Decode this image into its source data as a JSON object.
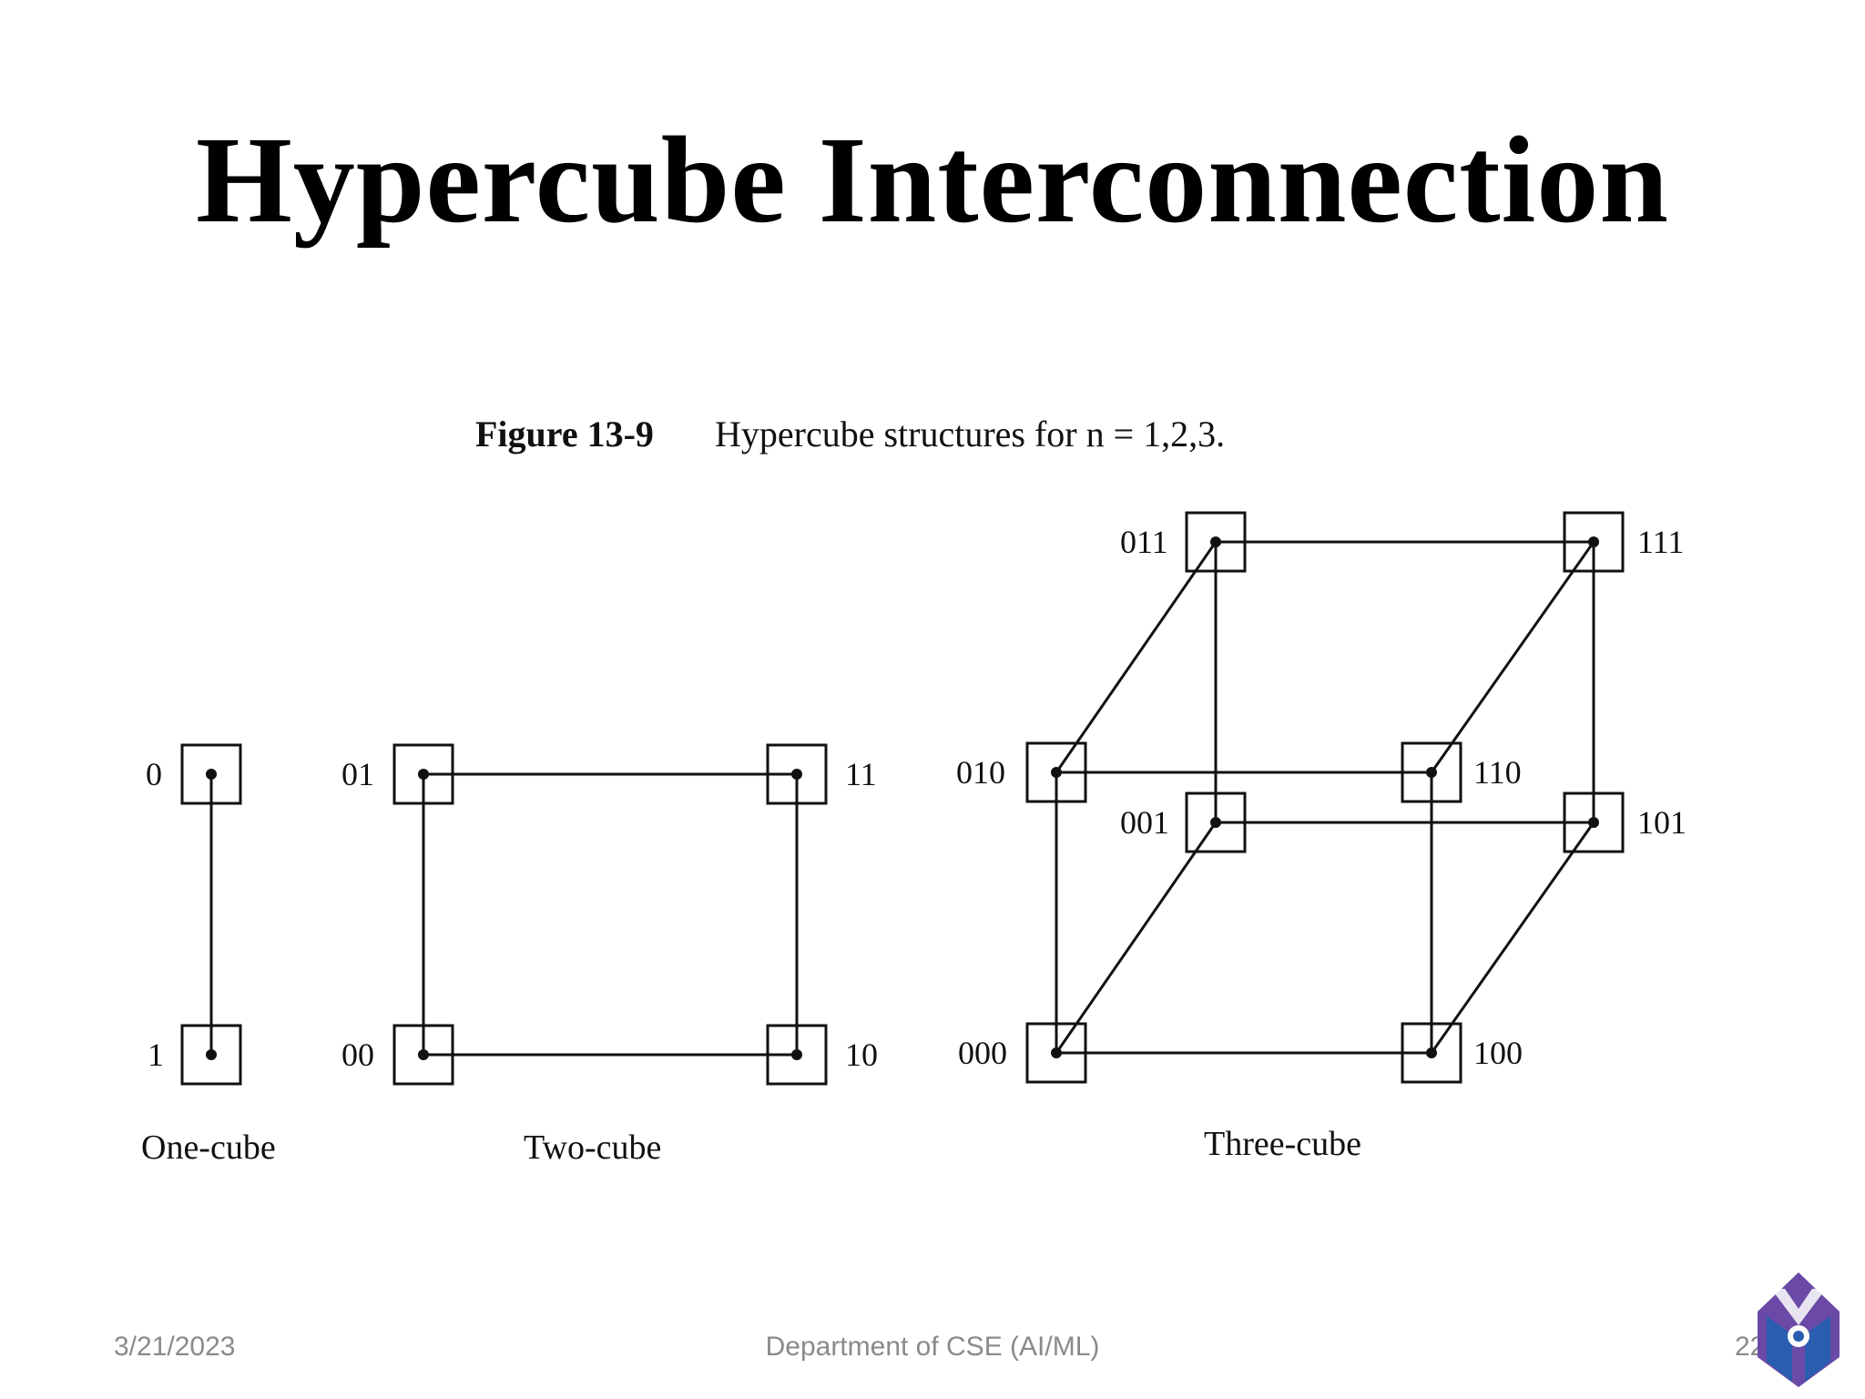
{
  "slide": {
    "title": "Hypercube Interconnection",
    "footer": {
      "date": "3/21/2023",
      "department": "Department of CSE (AI/ML)",
      "page_number": "22"
    }
  },
  "figure": {
    "caption_label": "Figure 13-9",
    "caption_text": "Hypercube structures for n = 1,2,3.",
    "cubes": [
      {
        "name": "One-cube",
        "nodes": [
          "0",
          "1"
        ]
      },
      {
        "name": "Two-cube",
        "nodes": [
          "01",
          "11",
          "00",
          "10"
        ]
      },
      {
        "name": "Three-cube",
        "nodes": [
          "011",
          "111",
          "010",
          "110",
          "001",
          "101",
          "000",
          "100"
        ]
      }
    ]
  },
  "colors": {
    "background": "#ffffff",
    "title": "#000000",
    "diagram_ink": "#111111",
    "footer_text": "#8a8a8a",
    "logo_purple": "#6a4aa6",
    "logo_blue": "#2a5db0"
  }
}
